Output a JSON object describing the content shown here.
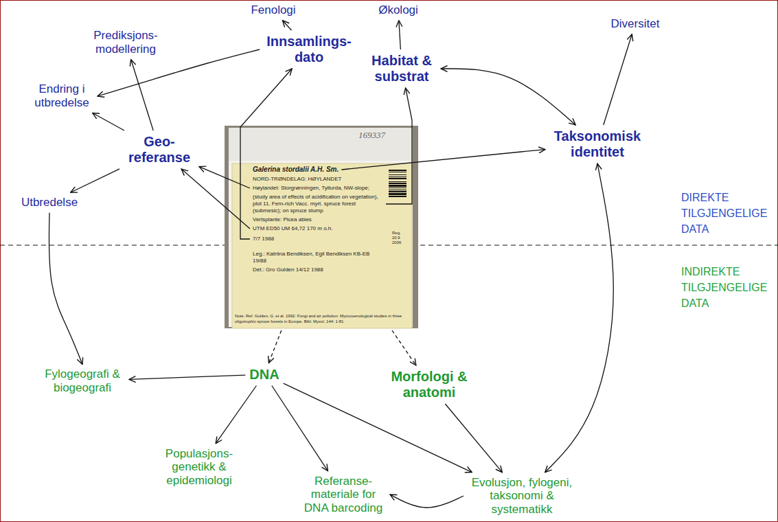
{
  "diagram": {
    "nodes": [
      {
        "text": [
          "Fenologi"
        ]
      },
      {
        "text": [
          "Økologi"
        ]
      },
      {
        "text": [
          "Prediksjons- modellering"
        ]
      },
      {
        "text": [
          "Innsamlings- dato"
        ]
      },
      {
        "text": [
          "Habitat & substrat"
        ]
      },
      {
        "text": [
          "Diversitet"
        ]
      },
      {
        "text": [
          "Endring i utbredelse"
        ]
      },
      {
        "text": [
          "Geo- referanse"
        ]
      },
      {
        "text": [
          "Taksonomisk identitet"
        ]
      },
      {
        "text": [
          "169337"
        ]
      },
      {
        "text": [
          "Galerina stordalii A.H. Sm."
        ],
        "in": 9
      },
      {
        "text": [
          "Høylandet: Storgrønningen, Tyllurda, NW-slope;"
        ],
        "in": 9
      },
      {
        "text": [
          "(study area of effects of acidification on vegetation), plot 11. Fern-rich Vacc. myrt. spruce forest (submesic); on spruce stump"
        ],
        "in": 9
      },
      {
        "text": [
          "UTM ED50 UM 64,72 170 m o.h."
        ],
        "in": 9
      },
      {
        "text": [
          "7/7 1988"
        ],
        "in": 9
      },
      {
        "text": [
          "Utbredelse"
        ]
      },
      {
        "text": [
          "Fylogeografi & biogeografi"
        ]
      },
      {
        "text": [
          "DNA"
        ]
      },
      {
        "text": [
          "Morfologi & anatomi"
        ]
      },
      {
        "text": [
          "Populasjons- genetikk & epidemiologi"
        ]
      },
      {
        "text": [
          "Referanse- materiale for DNA barcoding"
        ]
      },
      {
        "text": [
          "Evolusjon, fylogeni, taksonomi & systematikk"
        ]
      }
    ],
    "edges": [
      {
        "from": 3,
        "to": 0,
        "arrow": "to"
      },
      {
        "from": 3,
        "to": 6,
        "arrow": "to"
      },
      {
        "from": 7,
        "to": 2,
        "arrow": "to"
      },
      {
        "from": 7,
        "to": 6,
        "arrow": "to"
      },
      {
        "from": 7,
        "to": 15,
        "arrow": "to"
      },
      {
        "from": 4,
        "to": 1,
        "arrow": "to"
      },
      {
        "from": 4,
        "to": 8,
        "arrow": "both"
      },
      {
        "from": 8,
        "to": 5,
        "arrow": "to"
      },
      {
        "from": 15,
        "to": 16,
        "arrow": "to"
      },
      {
        "from": 17,
        "to": 16,
        "arrow": "to"
      },
      {
        "from": 17,
        "to": 19,
        "arrow": "to"
      },
      {
        "from": 17,
        "to": 20,
        "arrow": "to"
      },
      {
        "from": 17,
        "to": 21,
        "arrow": "to"
      },
      {
        "from": 18,
        "to": 21,
        "arrow": "to"
      },
      {
        "from": 21,
        "to": 20,
        "arrow": "to"
      },
      {
        "from": 8,
        "to": 21,
        "arrow": "both"
      },
      {
        "from": 10,
        "to": 8,
        "arrow": "to"
      },
      {
        "from": 11,
        "to": 7,
        "arrow": "to"
      },
      {
        "from": 13,
        "to": 7,
        "arrow": "to"
      },
      {
        "from": 12,
        "to": 4,
        "arrow": "to"
      },
      {
        "from": 14,
        "to": 3,
        "arrow": "to"
      },
      {
        "from": 9,
        "to": 17,
        "arrow": "to"
      },
      {
        "from": 9,
        "to": 18,
        "arrow": "to"
      }
    ],
    "labels": [
      "NORD-TRØNDELAG: HØYLANDET",
      "Vertsplante: Picea abies",
      "Leg.: Katriina Bendiksen, Egil Bendiksen KB-EB 19/88",
      "Det.: Gro Gulden 14/12 1988",
      "Note: Ref. Gulden, G. et al. 1992: Fungi and air pollution. Mycocoenological studies in three oligotrophic spruce forests in Europe. Bibl. Mycol. 144: 1-81",
      "Reg. 20.9 2006",
      "DIREKTE TILGJENGELIGE DATA",
      "INDIREKTE TILGJENGELIGE DATA"
    ]
  }
}
